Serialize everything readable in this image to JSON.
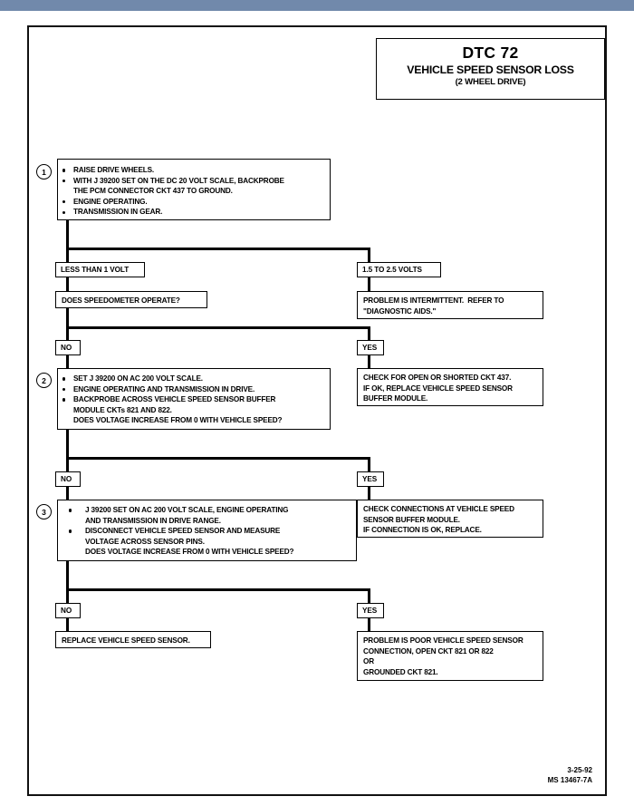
{
  "title_block": {
    "dtc": "DTC 72",
    "main": "VEHICLE SPEED SENSOR LOSS",
    "sub": "(2 WHEEL DRIVE)"
  },
  "steps": {
    "one": {
      "number": "1",
      "lines": [
        "RAISE DRIVE WHEELS.",
        "WITH J 39200 SET ON THE DC 20 VOLT SCALE, BACKPROBE",
        "THE PCM CONNECTOR CKT 437 TO GROUND.",
        "ENGINE OPERATING.",
        "TRANSMISSION IN GEAR."
      ]
    },
    "two": {
      "number": "2",
      "lines": [
        "SET J 39200 ON AC 200 VOLT SCALE.",
        "ENGINE OPERATING AND TRANSMISSION IN DRIVE.",
        "BACKPROBE ACROSS VEHICLE SPEED SENSOR BUFFER",
        "MODULE CKTs 821 AND 822.",
        "DOES VOLTAGE INCREASE FROM 0 WITH VEHICLE SPEED?"
      ]
    },
    "three": {
      "number": "3",
      "lines": [
        "J 39200 SET ON AC 200 VOLT SCALE, ENGINE OPERATING",
        "AND TRANSMISSION IN DRIVE RANGE.",
        "DISCONNECT VEHICLE SPEED SENSOR AND MEASURE",
        "VOLTAGE ACROSS SENSOR PINS.",
        "DOES VOLTAGE INCREASE FROM 0 WITH VEHICLE SPEED?"
      ]
    }
  },
  "tags": {
    "less_than_1_volt": "LESS THAN 1 VOLT",
    "volts_1_5_to_2_5": "1.5 TO 2.5 VOLTS",
    "no_1": "NO",
    "yes_1": "YES",
    "no_2": "NO",
    "yes_2": "YES",
    "no_3": "NO",
    "yes_3": "YES"
  },
  "boxes": {
    "speedometer_question": [
      "DOES SPEEDOMETER OPERATE?"
    ],
    "intermittent": [
      "PROBLEM IS INTERMITTENT.  REFER TO",
      "\"DIAGNOSTIC AIDS.\""
    ],
    "check_ckt_437": [
      "CHECK FOR OPEN OR SHORTED CKT 437.",
      "IF OK, REPLACE VEHICLE SPEED SENSOR",
      "BUFFER MODULE."
    ],
    "check_connections": [
      "CHECK CONNECTIONS AT VEHICLE SPEED",
      "SENSOR BUFFER MODULE.",
      "IF CONNECTION IS OK, REPLACE."
    ],
    "replace_sensor": [
      "REPLACE VEHICLE SPEED SENSOR."
    ],
    "poor_connection": [
      "PROBLEM IS POOR VEHICLE SPEED SENSOR",
      "CONNECTION, OPEN CKT 821 OR 822",
      "OR",
      "GROUNDED CKT 821."
    ]
  },
  "footer": {
    "date": "3-25-92",
    "doc_id": "MS 13467-7A"
  },
  "colors": {
    "topbar": "#7189ab",
    "ink": "#000000",
    "paper": "#ffffff"
  }
}
